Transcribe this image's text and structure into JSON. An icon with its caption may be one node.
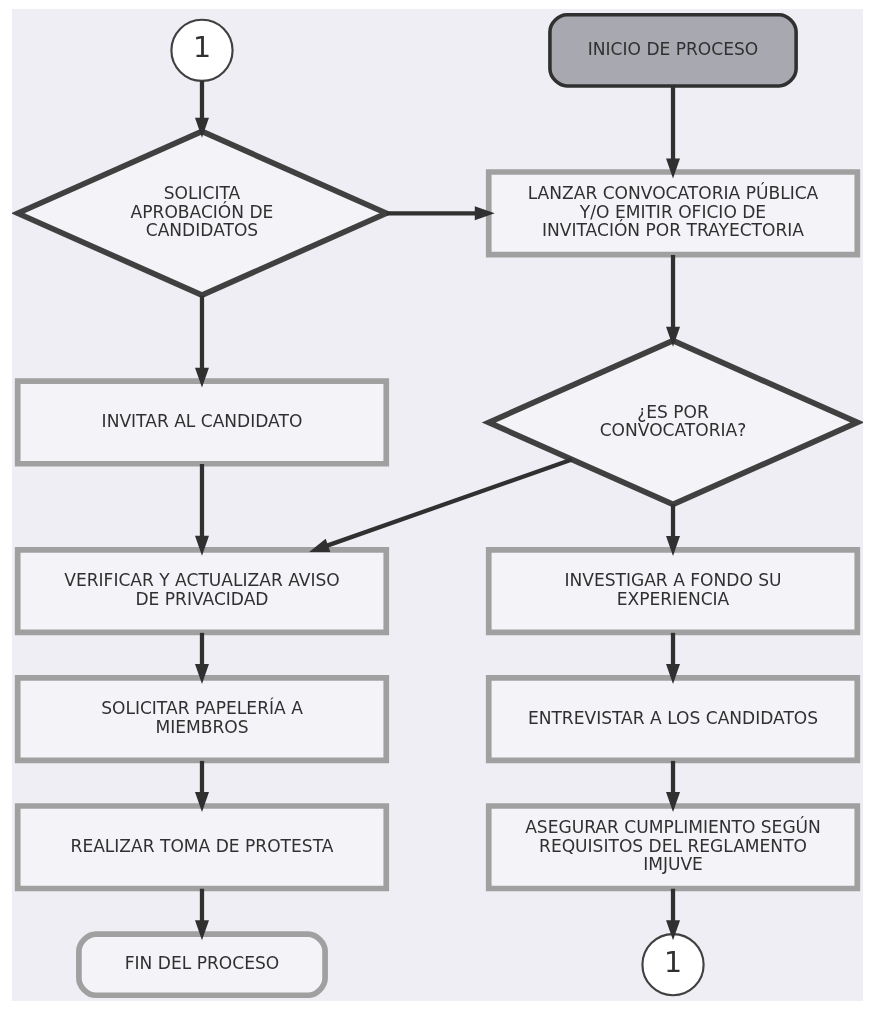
{
  "diagram": {
    "nodes": [
      {
        "text": [
          "INICIO DE PROCESO"
        ]
      },
      {
        "text": [
          "LANZAR CONVOCATORIA PÚBLICA Y/O EMITIR OFICIO DE INVITACIÓN POR TRAYECTORIA"
        ]
      },
      {
        "text": [
          "¿ES POR CONVOCATORIA?"
        ]
      },
      {
        "text": [
          "INVESTIGAR A FONDO SU EXPERIENCIA"
        ]
      },
      {
        "text": [
          "ENTREVISTAR A LOS CANDIDATOS"
        ]
      },
      {
        "text": [
          "ASEGURAR CUMPLIMIENTO SEGÚN REQUISITOS DEL REGLAMENTO IMJUVE"
        ]
      },
      {
        "text": [
          "1"
        ]
      },
      {
        "text": [
          "1"
        ]
      },
      {
        "text": [
          "SOLICITA APROBACIÓN DE CANDIDATOS"
        ]
      },
      {
        "text": [
          "INVITAR AL CANDIDATO"
        ]
      },
      {
        "text": [
          "VERIFICAR Y ACTUALIZAR AVISO DE PRIVACIDAD"
        ]
      },
      {
        "text": [
          "SOLICITAR PAPELERÍA A MIEMBROS"
        ]
      },
      {
        "text": [
          "REALIZAR TOMA DE PROTESTA"
        ]
      },
      {
        "text": [
          "FIN DEL PROCESO"
        ]
      }
    ],
    "edges": [
      {
        "from": 0,
        "to": 1,
        "arrow": "to"
      },
      {
        "from": 1,
        "to": 2,
        "arrow": "to"
      },
      {
        "from": 2,
        "to": 3,
        "arrow": "to"
      },
      {
        "from": 3,
        "to": 4,
        "arrow": "to"
      },
      {
        "from": 4,
        "to": 5,
        "arrow": "to"
      },
      {
        "from": 5,
        "to": 6,
        "arrow": "to"
      },
      {
        "from": 7,
        "to": 8,
        "arrow": "to"
      },
      {
        "from": 8,
        "to": 1,
        "arrow": "to"
      },
      {
        "from": 8,
        "to": 9,
        "arrow": "to"
      },
      {
        "from": 9,
        "to": 10,
        "arrow": "to"
      },
      {
        "from": 2,
        "to": 10,
        "arrow": "to"
      },
      {
        "from": 10,
        "to": 11,
        "arrow": "to"
      },
      {
        "from": 11,
        "to": 12,
        "arrow": "to"
      },
      {
        "from": 12,
        "to": 13,
        "arrow": "to"
      }
    ]
  }
}
